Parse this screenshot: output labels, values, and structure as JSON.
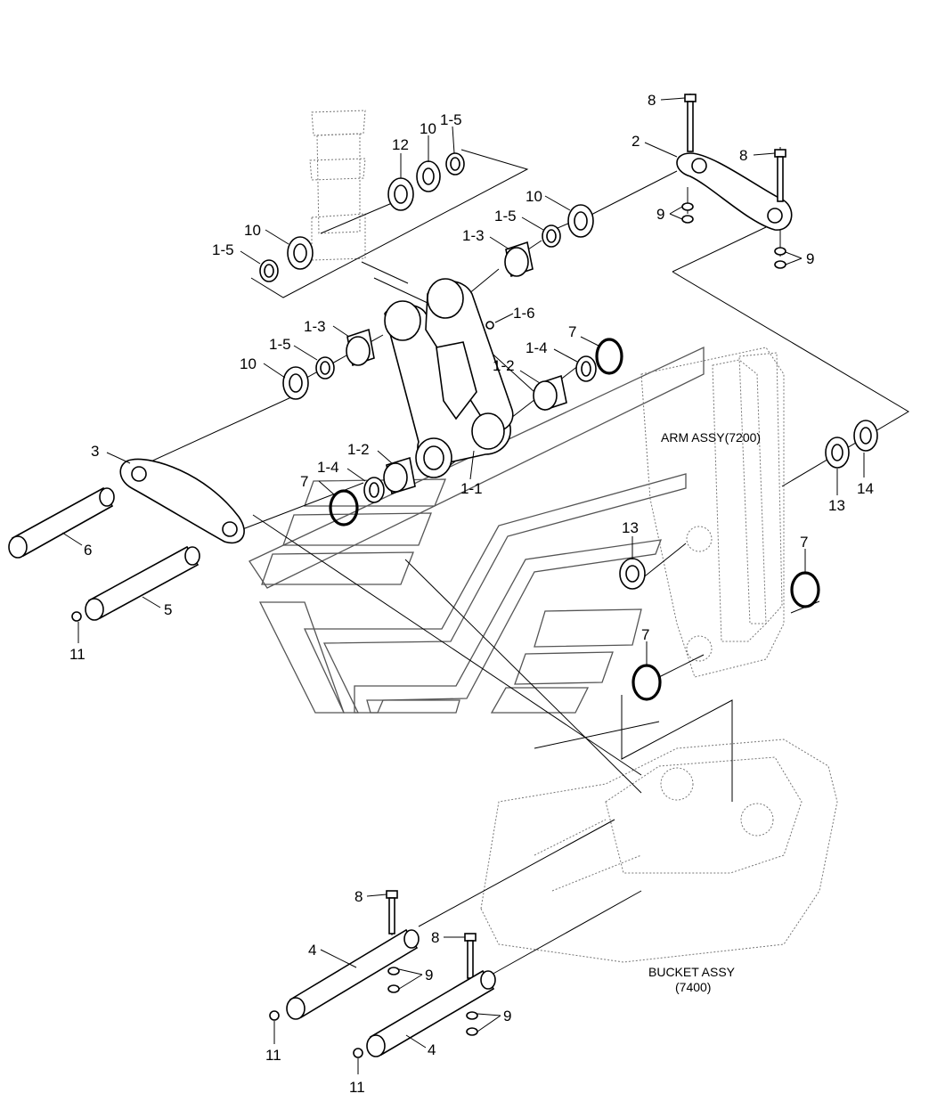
{
  "assemblies": {
    "arm": "ARM ASSY(7200)",
    "bucket_line1": "BUCKET ASSY",
    "bucket_line2": "(7400)"
  },
  "labels": {
    "p8_top": "8",
    "p2": "2",
    "p8_right": "8",
    "p9_a": "9",
    "p9_b": "9",
    "p12": "12",
    "p10_top": "10",
    "p1_5_top": "1-5",
    "p10_left": "10",
    "p1_5_left": "1-5",
    "p10_mid": "10",
    "p1_5_mid": "1-5",
    "p1_3_top": "1-3",
    "p1_6": "1-6",
    "p1_3_mid": "1-3",
    "p1_5_low": "1-5",
    "p10_low": "10",
    "p7_top": "7",
    "p1_4_right": "1-4",
    "p1_2_right": "1-2",
    "p3": "3",
    "p1_2_left": "1-2",
    "p1_4_left": "1-4",
    "p7_left": "7",
    "p1_1": "1-1",
    "p6": "6",
    "p5": "5",
    "p11_left": "11",
    "p13_right": "13",
    "p14": "14",
    "p13_mid": "13",
    "p7_right": "7",
    "p7_mid": "7",
    "p8_bot1": "8",
    "p4_a": "4",
    "p9_c": "9",
    "p8_bot2": "8",
    "p9_d": "9",
    "p4_b": "4",
    "p11_b1": "11",
    "p11_b2": "11"
  }
}
